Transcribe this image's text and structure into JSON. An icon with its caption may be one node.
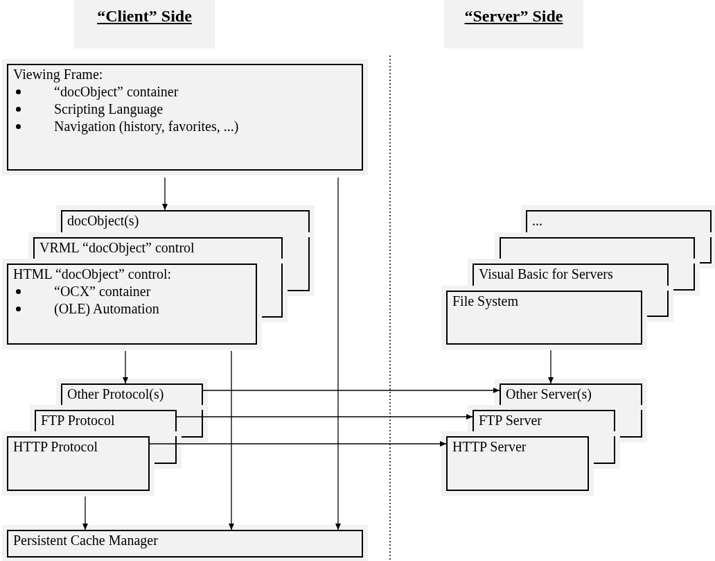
{
  "diagram": {
    "nodes": [
      {
        "text": [
          "“Client” Side"
        ]
      },
      {
        "text": [
          "“Server” Side"
        ]
      },
      {
        "text": [
          "Viewing Frame:",
          "“docObject” container",
          "Scripting Language",
          "Navigation (history, favorites, ...)"
        ]
      },
      {
        "text": [
          "docObject(s)"
        ]
      },
      {
        "text": [
          "VRML “docObject” control"
        ]
      },
      {
        "text": [
          "HTML “docObject” control:",
          "“OCX” container",
          "(OLE) Automation"
        ]
      },
      {
        "text": [
          "Other Protocol(s)"
        ]
      },
      {
        "text": [
          "FTP Protocol"
        ]
      },
      {
        "text": [
          "HTTP Protocol"
        ]
      },
      {
        "text": [
          "Persistent Cache Manager"
        ]
      },
      {
        "text": [
          "..."
        ]
      },
      {
        "text": [],
        "shape": "box"
      },
      {
        "text": [
          "Visual Basic for Servers"
        ]
      },
      {
        "text": [
          "File System"
        ]
      },
      {
        "text": [
          "Other Server(s)"
        ]
      },
      {
        "text": [
          "FTP Server"
        ]
      },
      {
        "text": [
          "HTTP Server"
        ]
      }
    ],
    "edges": [
      {
        "from": 2,
        "to": 3,
        "arrow": "to"
      },
      {
        "from": 2,
        "to": 9,
        "arrow": "to"
      },
      {
        "from": 5,
        "to": 6,
        "arrow": "to"
      },
      {
        "from": 5,
        "to": 9,
        "arrow": "to"
      },
      {
        "from": 8,
        "to": 9,
        "arrow": "to"
      },
      {
        "from": 13,
        "to": 14,
        "arrow": "to"
      },
      {
        "from": 6,
        "to": 14,
        "arrow": "to"
      },
      {
        "from": 7,
        "to": 15,
        "arrow": "to"
      },
      {
        "from": 8,
        "to": 16,
        "arrow": "to"
      }
    ]
  }
}
